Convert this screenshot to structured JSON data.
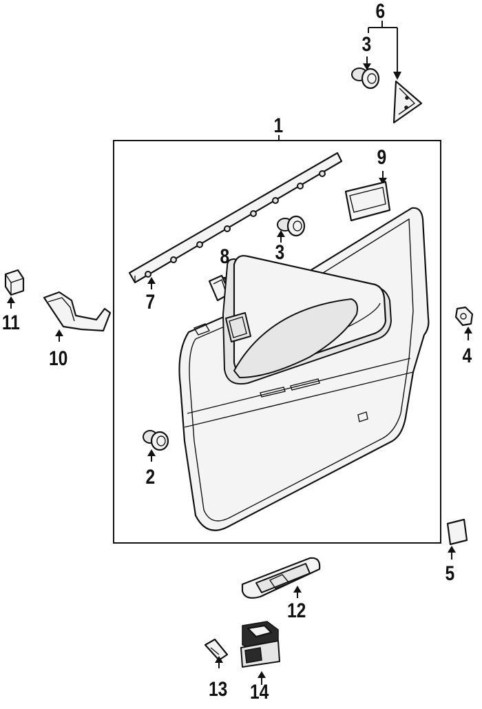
{
  "callouts": {
    "p1": "1",
    "p2": "2",
    "p3a": "3",
    "p3b": "3",
    "p4": "4",
    "p5": "5",
    "p6": "6",
    "p7": "7",
    "p8": "8",
    "p9": "9",
    "p10": "10",
    "p11": "11",
    "p12": "12",
    "p13": "13",
    "p14": "14"
  }
}
